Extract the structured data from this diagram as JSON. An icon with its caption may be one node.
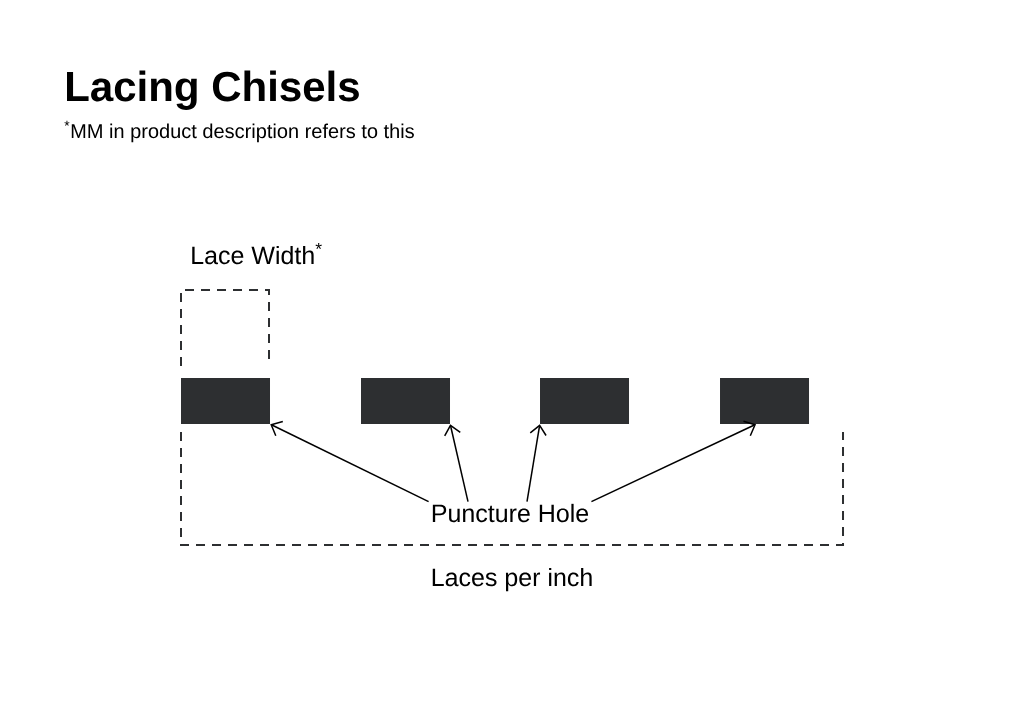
{
  "diagram": {
    "title": "Lacing Chisels",
    "nodes": [
      {
        "text": [],
        "shape": "box"
      },
      {
        "text": [],
        "shape": "box"
      },
      {
        "text": [],
        "shape": "box"
      },
      {
        "text": [],
        "shape": "box"
      },
      {
        "text": [
          "Puncture Hole"
        ]
      }
    ],
    "edges": [
      {
        "from": 4,
        "to": 0,
        "arrow": "to"
      },
      {
        "from": 4,
        "to": 1,
        "arrow": "to"
      },
      {
        "from": 4,
        "to": 2,
        "arrow": "to"
      },
      {
        "from": 4,
        "to": 3,
        "arrow": "to"
      }
    ],
    "labels": [
      "$^{*}$MM in product description refers to this",
      "Lace Width$^{*}$",
      "Laces per inch"
    ]
  }
}
